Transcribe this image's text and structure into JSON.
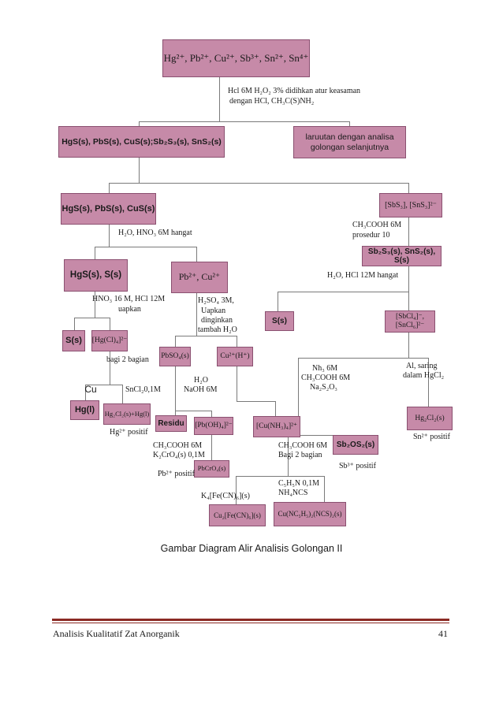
{
  "nodes": {
    "top": "Hg²⁺, Pb²⁺, Cu²⁺, Sb³⁺, Sn²⁺, Sn⁴⁺",
    "sulfides_all": "HgS(s), PbS(s), CuS(s);Sb₂S₃(s), SnS₂(s)",
    "solution_next": "laruutan dengan analisa golongan selanjutnya",
    "hg_pb_cu_s": "HgS(s), PbS(s), CuS(s)",
    "sb_sn_complex": "[SbS₃], [SnS₃]²⁻",
    "sb_sn_sulfides": "Sb₂S₃(s), SnS₂(s), S(s)",
    "hgs_s": "HgS(s), S(s)",
    "pb_cu": "Pb²⁺, Cu²⁺",
    "s_solid_right": "S(s)",
    "sb_sn_chloro": "[SbCl₄]⁻, [SnCl₆]²⁻",
    "s_solid_left": "S(s)",
    "hg_chloro": "[Hg(Cl)₄]²⁻",
    "pbso4": "PbSO₄(s)",
    "cu_h": "Cu²⁺(H⁺)",
    "cu": "Cu",
    "hg_l": "Hg(l)",
    "hg2cl2_hg": "Hg₂Cl₂(s)+Hg(l)",
    "residu": "Residu",
    "pb_oh4": "[Pb(OH)₄]²⁻",
    "cu_nh3": "[Cu(NH₃)₄]²⁺",
    "sb2os": "Sb₂OS₂(s)",
    "hg2cl2": "Hg₂Cl₂(s)",
    "pbcro4": "PbCrO₄(s)",
    "cu_fecn": "Cu₂[Fe(CN)₆](s)",
    "cu_ncs": "Cu(NC₅H₅)₂(NCS)₂(s)"
  },
  "labels": {
    "reagent1_line1": "Hcl 6M H₂O₂ 3% didihkan atur keasaman",
    "reagent1_line2": "dengan HCl, CH₃C(S)NH₂",
    "reagent2": "H₂O, HNO₃ 6M hangat",
    "reagent3_line1": "CH₃COOH 6M",
    "reagent3_line2": "prosedur 10",
    "reagent4": "H₂O, HCl 12M hangat",
    "reagent5_line1": "HNO₃ 16 M, HCl 12M",
    "reagent5_line2": "uapkan",
    "reagent6_line1": "H₂SO₄ 3M,",
    "reagent6_line2": "Uapkan",
    "reagent6_line3": "dinginkan",
    "reagent6_line4": "tambah H₂O",
    "reagent7_line1": "Nh₃ 6M",
    "reagent7_line2": "CH₃COOH 6M",
    "reagent7_line3": "Na₂S₂O₃",
    "reagent8_line1": "Al, saring",
    "reagent8_line2": "dalam HgCl₂",
    "reagent9": "bagi 2 bagian",
    "reagent10": "SnCl₂0,1M",
    "reagent11_line1": "H₂O",
    "reagent11_line2": "NaOH 6M",
    "reagent12_line1": "CH₃COOH 6M",
    "reagent12_line2": "K₂CrO₄(s) 0,1M",
    "reagent13_line1": "CH₃COOH 6M",
    "reagent13_line2": "Bagi 2 bagian",
    "reagent14": "K₄[Fe(CN)₆](s)",
    "reagent15_line1": "C₅H₅N 0,1M",
    "reagent15_line2": "NH₄NCS",
    "hg_positive": "Hg²⁺ positif",
    "pb_positive": "Pb²⁺ positif",
    "sb_positive": "Sb³⁺ positif",
    "sn_positive": "Sn²⁺ positif"
  },
  "caption": "Gambar Diagram Alir Analisis Golongan II",
  "footer": {
    "title": "Analisis Kualitatif Zat Anorganik",
    "page": "41"
  }
}
